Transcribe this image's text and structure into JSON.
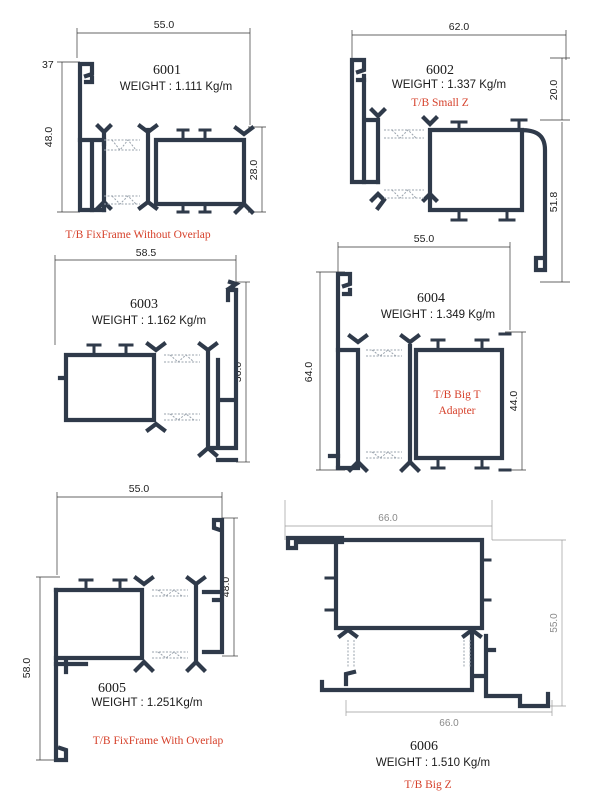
{
  "profiles": [
    {
      "code": "6001",
      "weight": "WEIGHT : 1.111  Kg/m",
      "name": "T/B FixFrame Without Overlap",
      "dims": {
        "width": "55.0",
        "height": "48.0",
        "inner": "28.0",
        "corner": "37"
      }
    },
    {
      "code": "6002",
      "weight": "WEIGHT : 1.337 Kg/m",
      "name": "T/B Small Z",
      "dims": {
        "width": "62.0",
        "top": "20.0",
        "height": "51.8"
      }
    },
    {
      "code": "6003",
      "weight": "WEIGHT : 1.162 Kg/m",
      "name": "",
      "dims": {
        "width": "58.5",
        "height": "56.0"
      }
    },
    {
      "code": "6004",
      "weight": "WEIGHT : 1.349 Kg/m",
      "name_lines": [
        "T/B Big T",
        "Adapter"
      ],
      "dims": {
        "width": "55.0",
        "height": "64.0",
        "inner": "44.0"
      }
    },
    {
      "code": "6005",
      "weight": "WEIGHT : 1.251Kg/m",
      "name": "T/B FixFrame With Overlap",
      "dims": {
        "width": "55.0",
        "height": "58.0",
        "inner": "48.0"
      }
    },
    {
      "code": "6006",
      "weight": "WEIGHT : 1.510 Kg/m",
      "name": "T/B Big Z",
      "dims": {
        "width_top": "66.0",
        "width_bottom": "66.0",
        "height": "55.0"
      }
    }
  ],
  "colors": {
    "profile": "#2f3a4a",
    "accent": "#d6412b"
  }
}
